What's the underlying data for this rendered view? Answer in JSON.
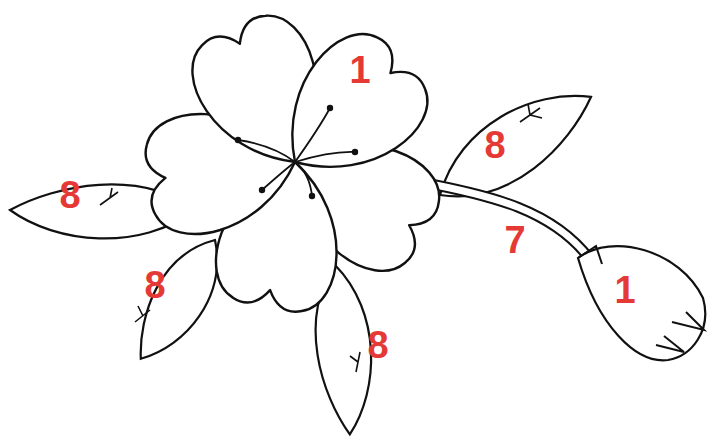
{
  "diagram": {
    "labels": [
      "1",
      "8",
      "8",
      "7",
      "8",
      "1",
      "8"
    ]
  }
}
